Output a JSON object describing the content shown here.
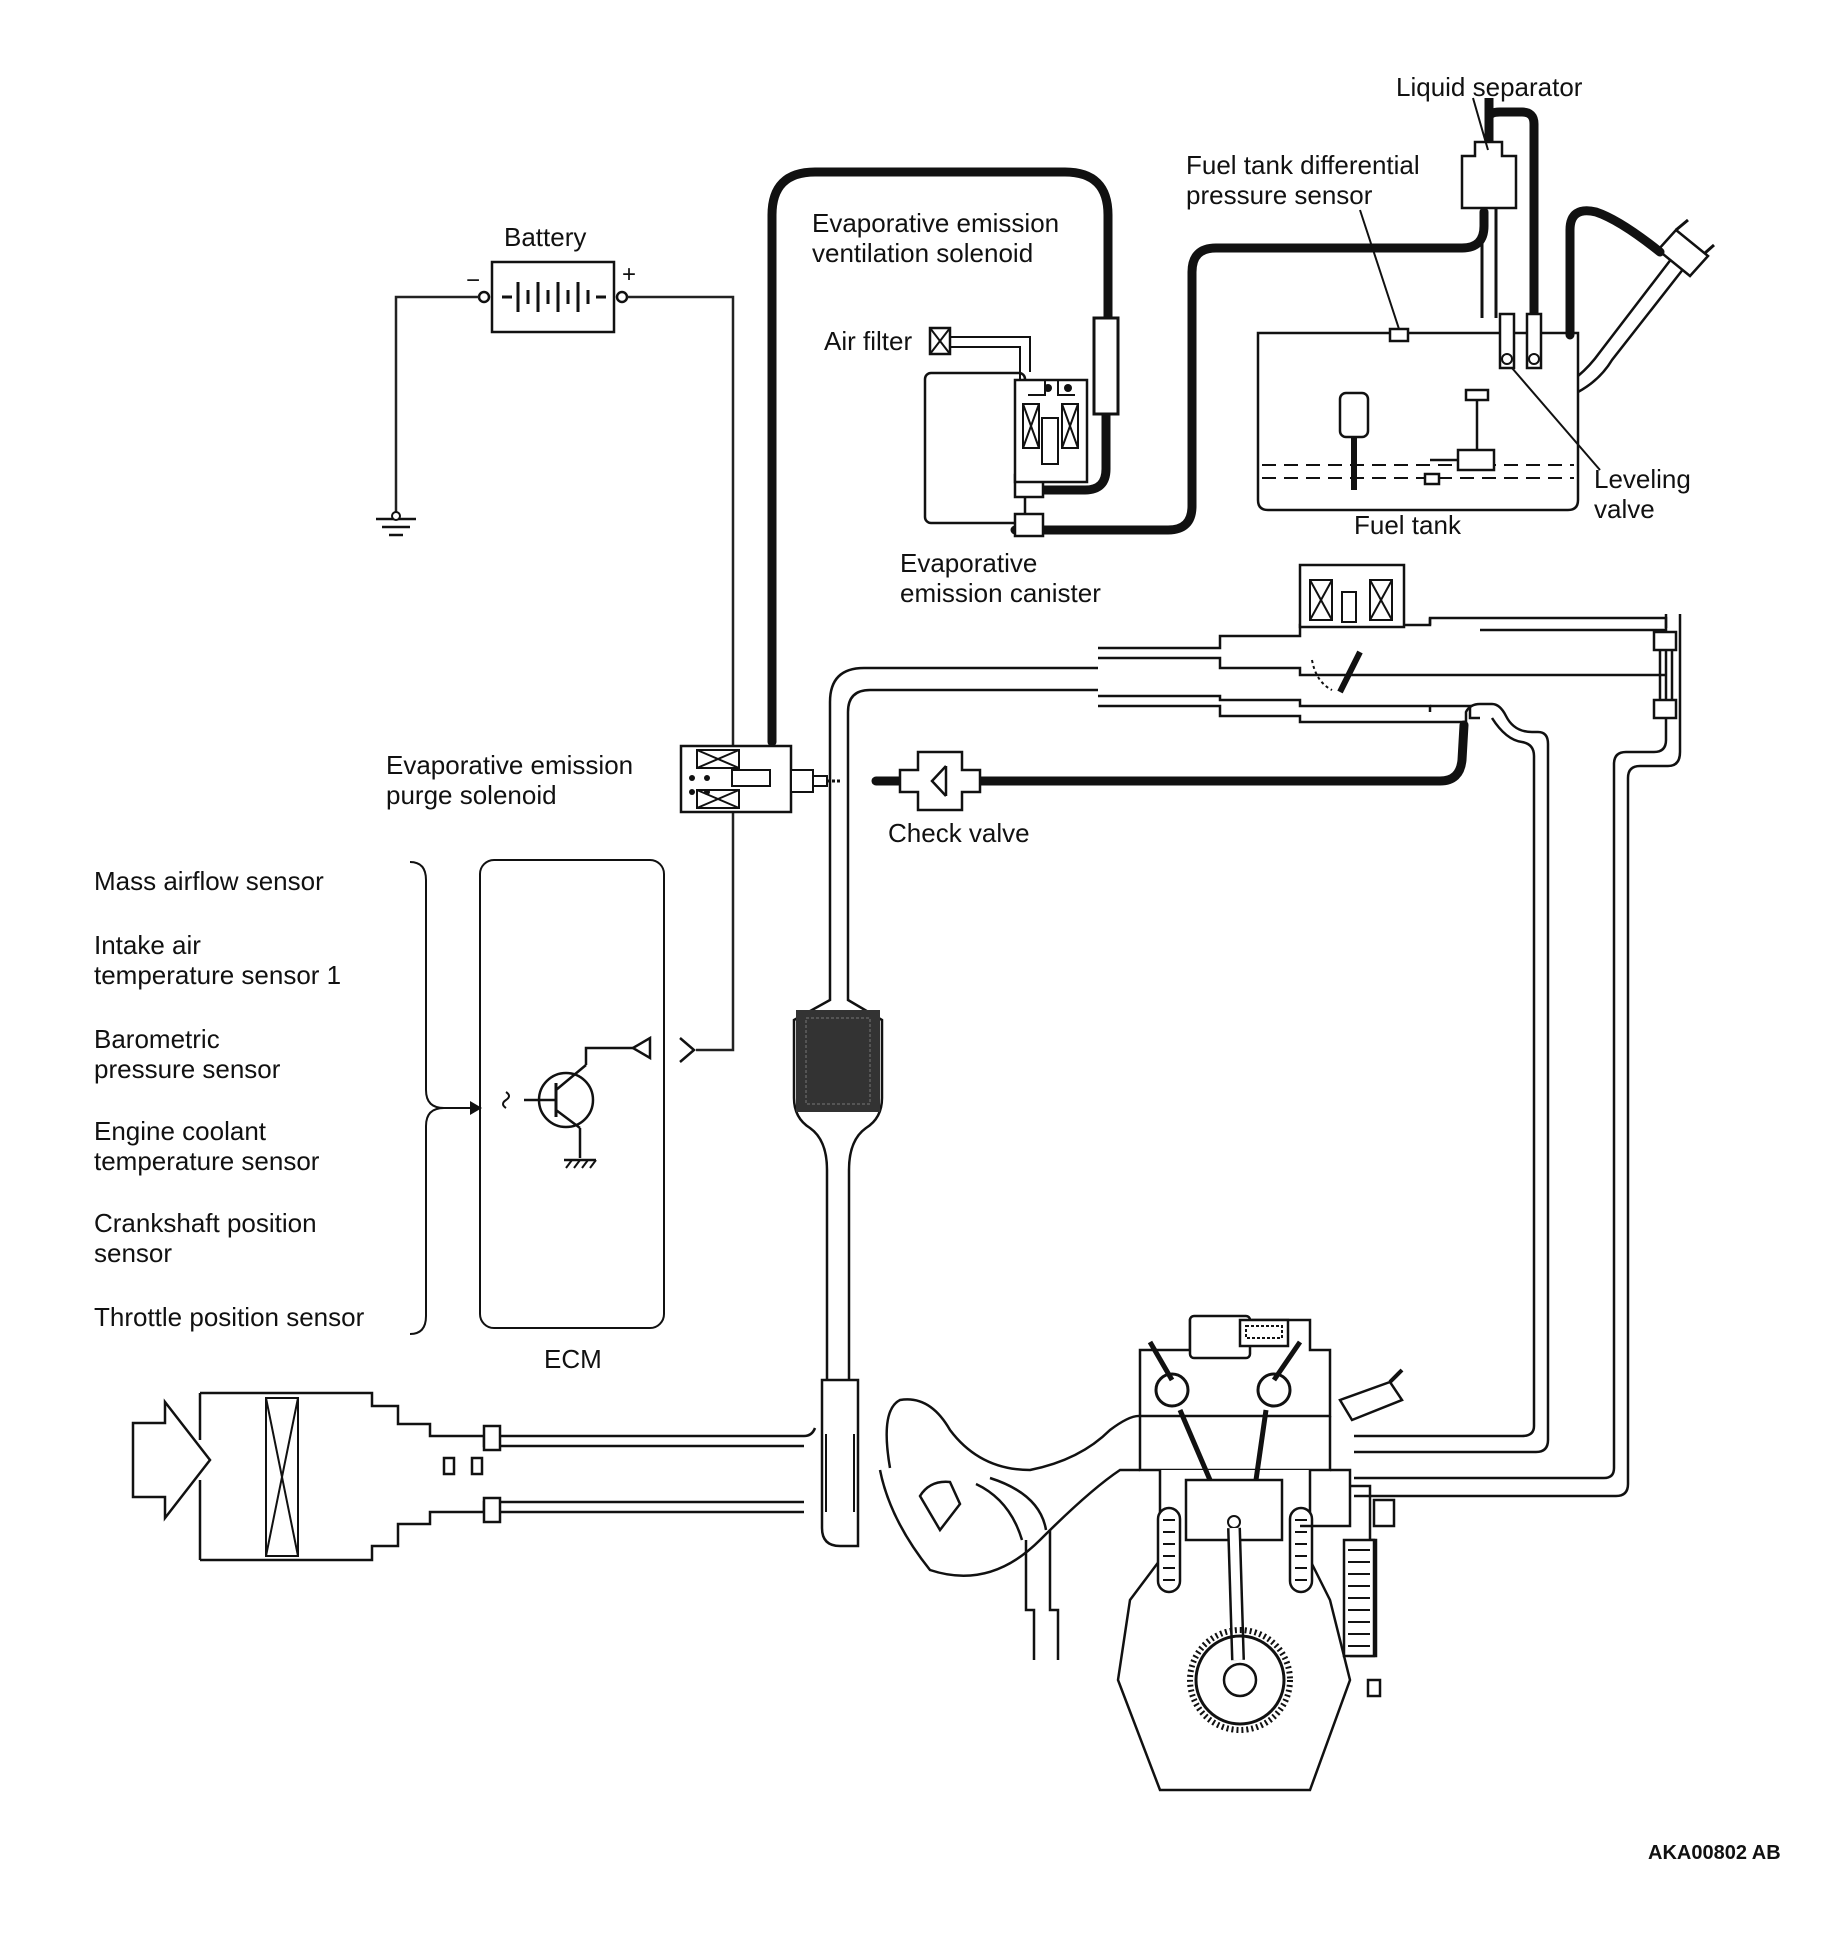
{
  "labels": {
    "liquid_separator": "Liquid separator",
    "fuel_tank_diff_sensor": "Fuel tank differential\npressure sensor",
    "battery": "Battery",
    "evap_vent_solenoid": "Evaporative emission\nventilation solenoid",
    "air_filter": "Air filter",
    "leveling_valve": "Leveling\nvalve",
    "fuel_tank": "Fuel tank",
    "evap_canister": "Evaporative\nemission canister",
    "evap_purge_solenoid": "Evaporative emission\npurge solenoid",
    "check_valve": "Check valve",
    "ecm": "ECM",
    "figure_code": "AKA00802 AB"
  },
  "battery_terminals": {
    "negative": "−",
    "positive": "+"
  },
  "sensor_inputs": [
    "Mass airflow sensor",
    "Intake air\ntemperature sensor 1",
    "Barometric\npressure sensor",
    "Engine coolant\ntemperature sensor",
    "Crankshaft position\nsensor",
    "Throttle position sensor"
  ]
}
